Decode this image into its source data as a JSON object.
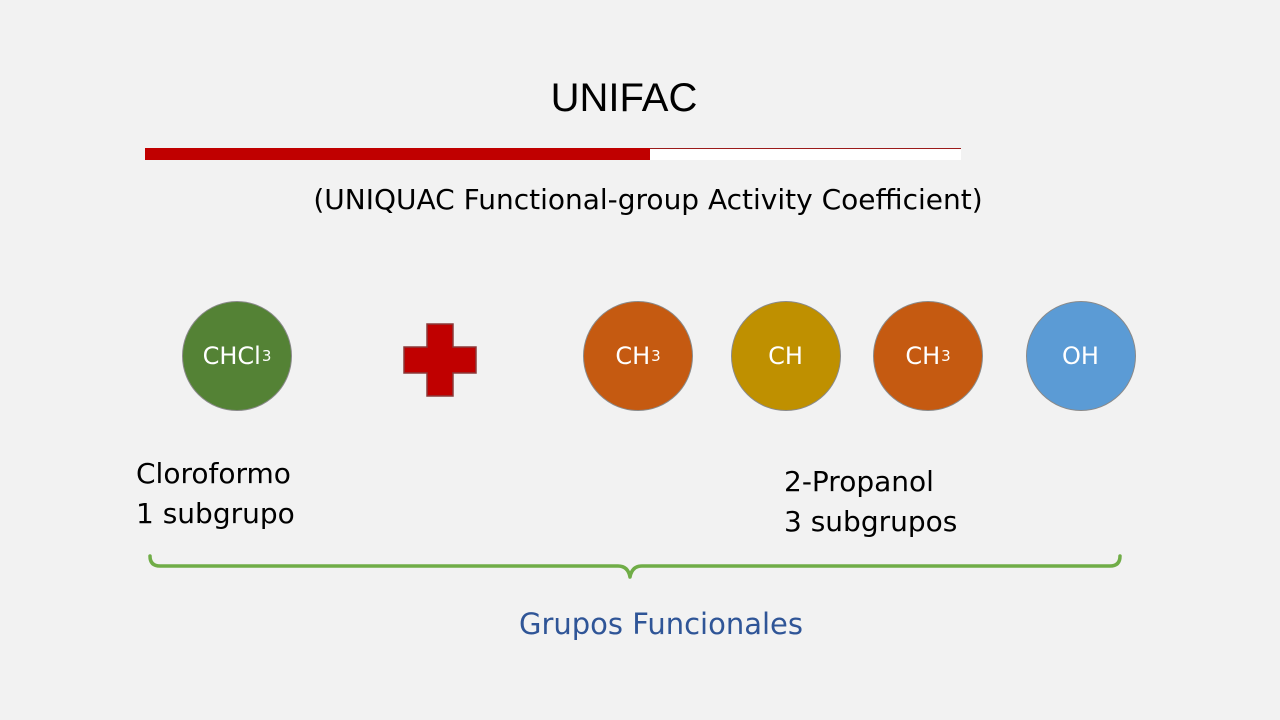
{
  "title": "UNIFAC",
  "subtitle": "(UNIQUAC Functional-group Activity Coefficient)",
  "groups": [
    {
      "base": "CHCl",
      "sub": "3",
      "color": "#548235"
    },
    {
      "base": "CH",
      "sub": "3",
      "color": "#c55a11"
    },
    {
      "base": "CH",
      "sub": "",
      "color": "#bf9000"
    },
    {
      "base": "CH",
      "sub": "3",
      "color": "#c55a11"
    },
    {
      "base": "OH",
      "sub": "",
      "color": "#5b9bd5"
    }
  ],
  "left_label": {
    "name": "Cloroformo",
    "count": "1 subgrupo"
  },
  "right_label": {
    "name": "2-Propanol",
    "count": "3 subgrupos"
  },
  "footer": "Grupos Funcionales",
  "colors": {
    "title_bar": "#c00000",
    "plus": "#c00000",
    "brace": "#70ad47",
    "footer_text": "#2f5597"
  }
}
